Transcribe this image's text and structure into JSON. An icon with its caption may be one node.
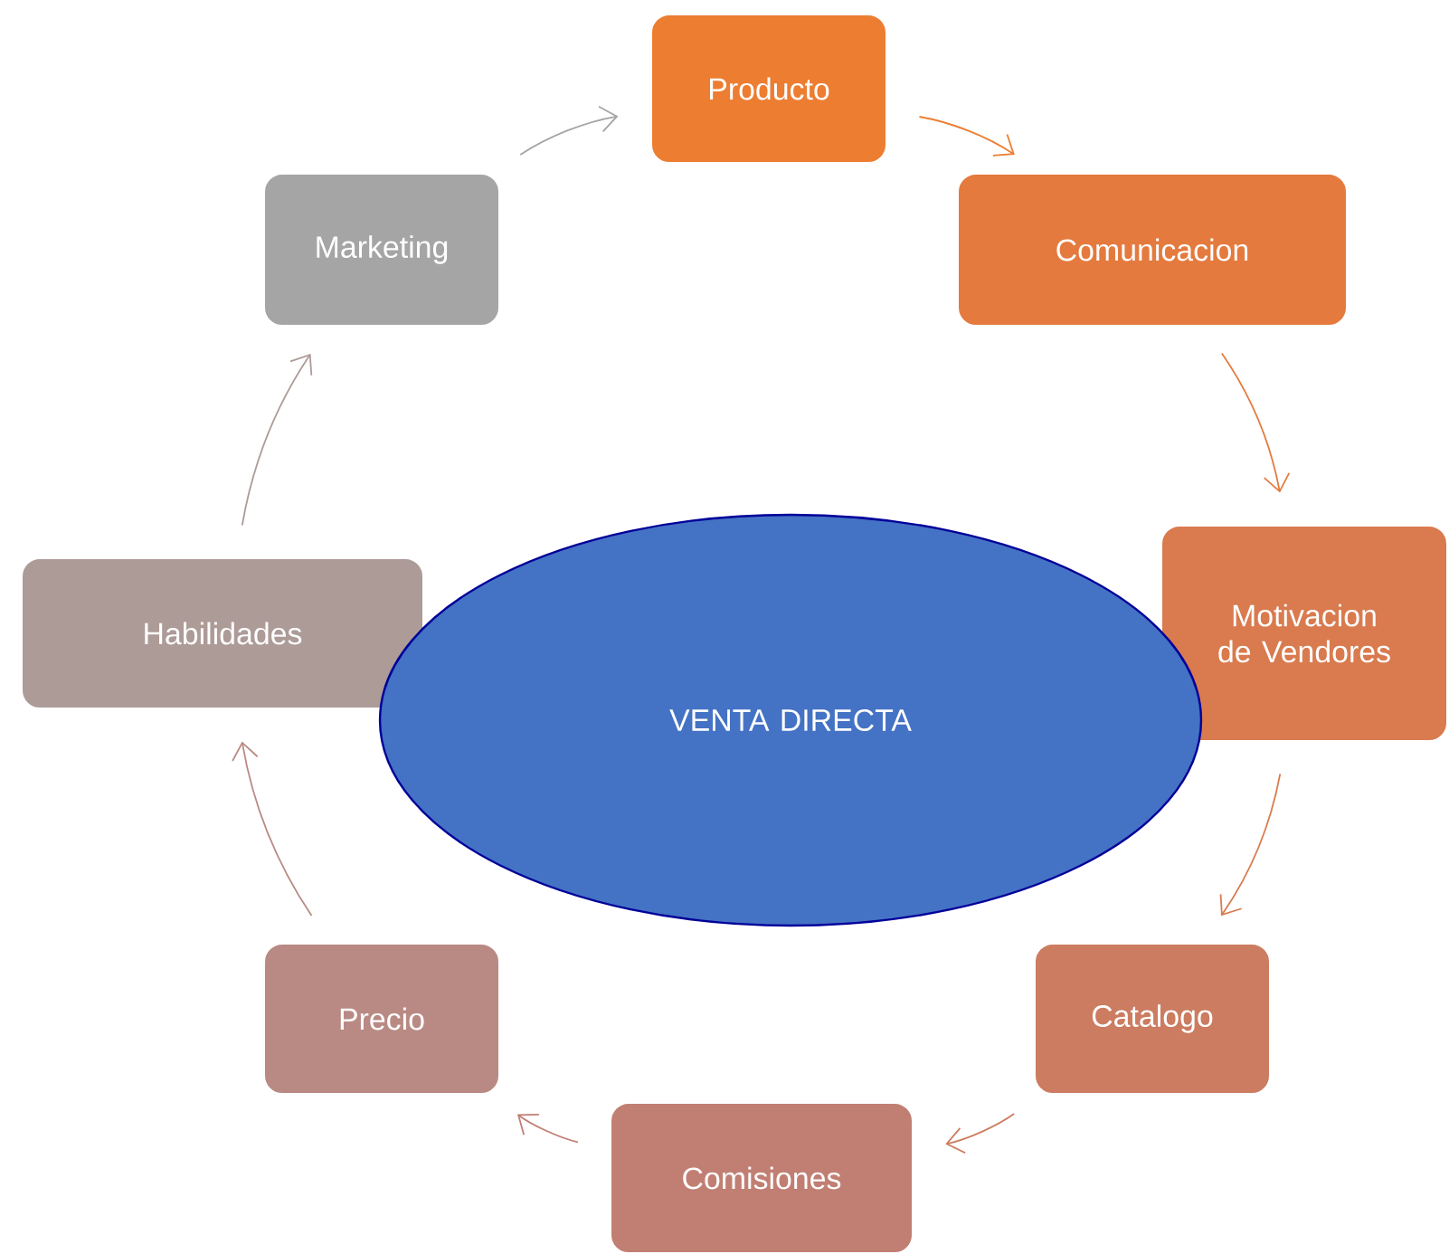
{
  "diagram": {
    "nodes": [
      {
        "text": [
          "Producto"
        ]
      },
      {
        "text": [
          "Comunicacion"
        ]
      },
      {
        "text": [
          "Motivacion de Vendores"
        ]
      },
      {
        "text": [
          "Catalogo"
        ]
      },
      {
        "text": [
          "Comisiones"
        ]
      },
      {
        "text": [
          "Precio"
        ]
      },
      {
        "text": [
          "Habilidades"
        ]
      },
      {
        "text": [
          "Marketing"
        ]
      },
      {
        "text": [
          "VENTA DIRECTA"
        ]
      }
    ],
    "edges": [
      {
        "from": 0,
        "to": 1,
        "arrow": "to",
        "color": "#ed7d31"
      },
      {
        "from": 1,
        "to": 2,
        "arrow": "to",
        "color": "#e47a3e"
      },
      {
        "from": 2,
        "to": 3,
        "arrow": "to",
        "color": "#d97b4f"
      },
      {
        "from": 3,
        "to": 4,
        "arrow": "to",
        "color": "#cc7c60"
      },
      {
        "from": 4,
        "to": 5,
        "arrow": "to",
        "color": "#c17f73"
      },
      {
        "from": 5,
        "to": 6,
        "arrow": "to",
        "color": "#b98a84"
      },
      {
        "from": 6,
        "to": 7,
        "arrow": "to",
        "color": "#ad9b98"
      },
      {
        "from": 7,
        "to": 0,
        "arrow": "to",
        "color": "#a5a5a5"
      }
    ]
  }
}
